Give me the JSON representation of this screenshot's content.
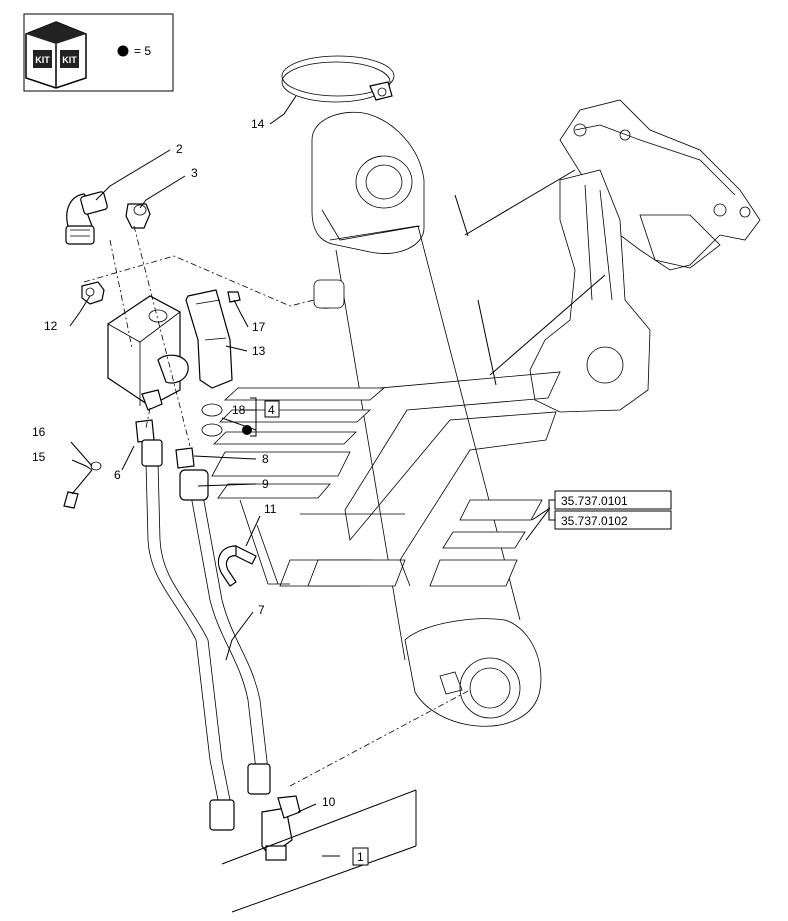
{
  "kit_legend": {
    "icon_text_left": "KIT",
    "icon_text_right": "KIT",
    "equals_text": "= 5"
  },
  "callouts": {
    "c1": "1",
    "c2": "2",
    "c3": "3",
    "c4": "4",
    "c6": "6",
    "c7": "7",
    "c8": "8",
    "c9": "9",
    "c10": "10",
    "c11": "11",
    "c12": "12",
    "c13": "13",
    "c14": "14",
    "c15": "15",
    "c16": "16",
    "c17": "17",
    "c18": "18"
  },
  "references": {
    "ref_a": "35.737.0101",
    "ref_b": "35.737.0102"
  },
  "icons": [
    "kit-box-icon",
    "kit-dot-icon",
    "kit-dot-marker-icon"
  ]
}
